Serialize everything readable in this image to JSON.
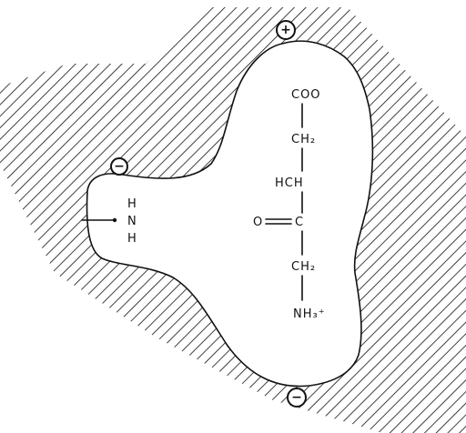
{
  "pocket": {
    "charges": [
      {
        "id": "top",
        "sign": "+"
      },
      {
        "id": "left",
        "sign": "−"
      },
      {
        "id": "bottom",
        "sign": "−"
      }
    ],
    "nh_group": {
      "line1": "H",
      "line2": "N",
      "line3": "H"
    }
  },
  "molecule": {
    "group1": "COO",
    "group2": "CH₂",
    "group3": "HCH",
    "carbonyl_o": "O",
    "carbonyl_c": "C",
    "group5": "CH₂",
    "group6": "NH₃⁺"
  }
}
